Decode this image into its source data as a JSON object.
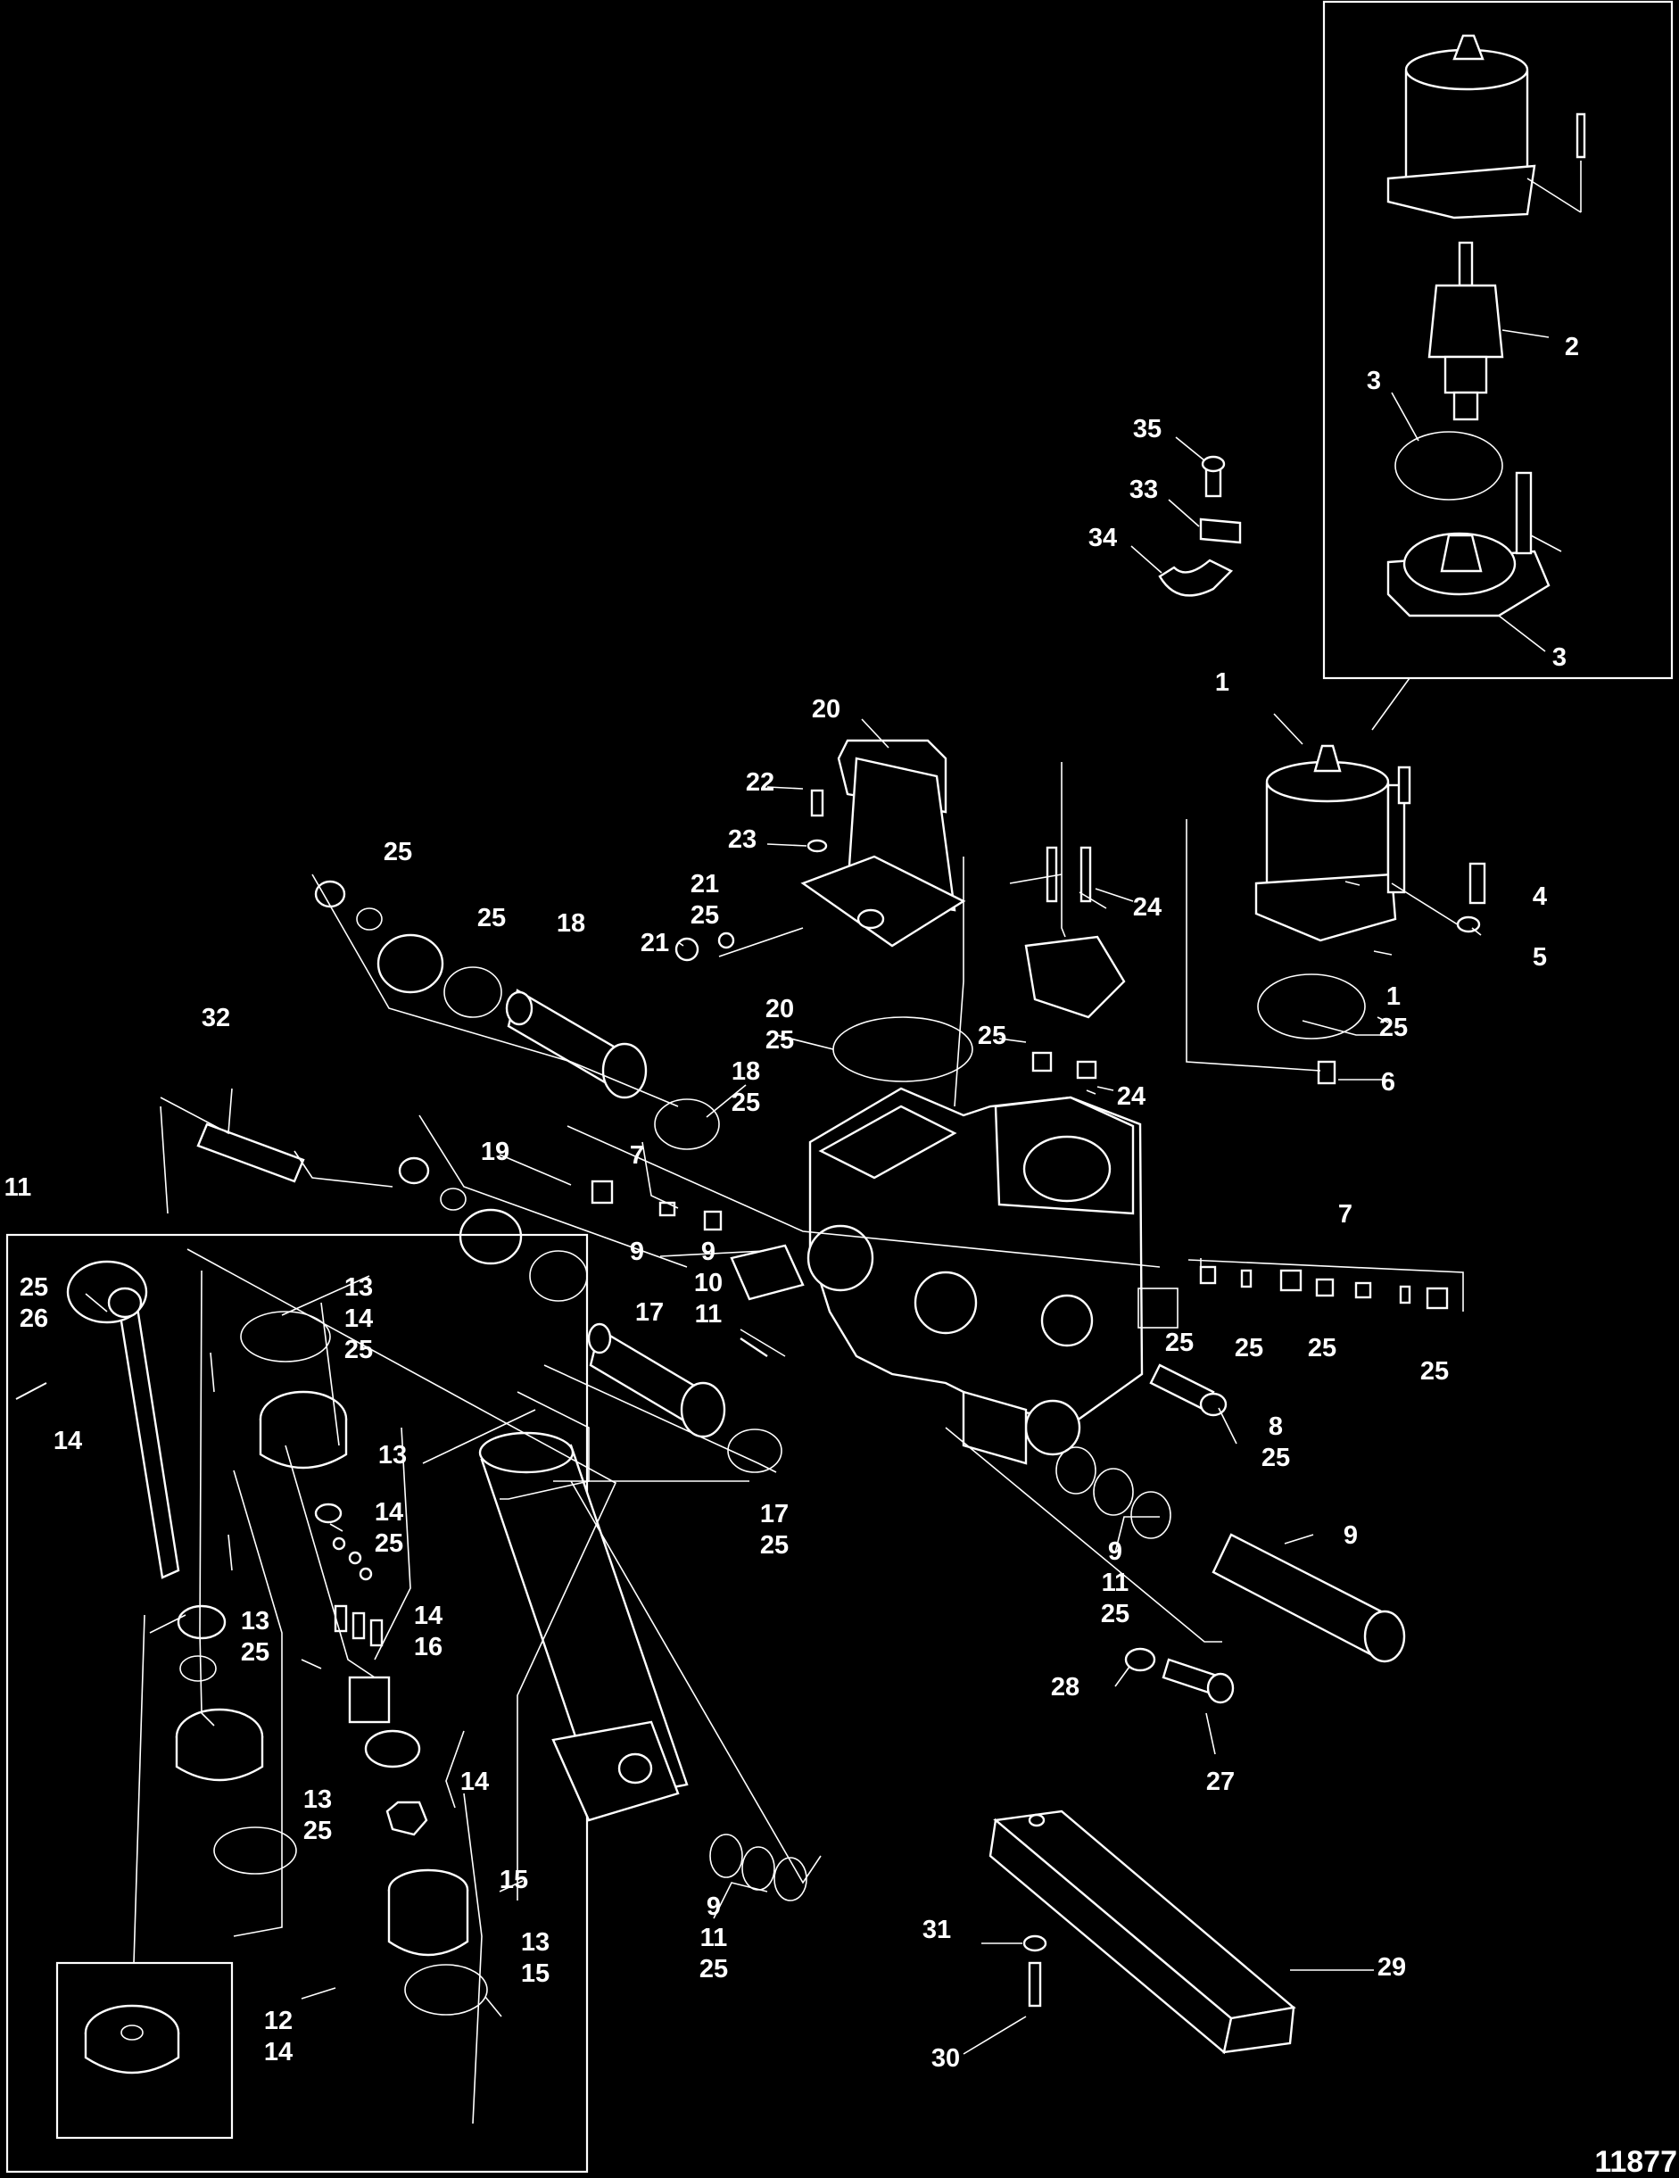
{
  "figure_id": "11877",
  "callouts": [
    {
      "id": "c1a",
      "lines": [
        "1"
      ]
    },
    {
      "id": "c1b",
      "lines": [
        "1",
        "25"
      ]
    },
    {
      "id": "c2",
      "lines": [
        "2"
      ]
    },
    {
      "id": "c3a",
      "lines": [
        "3"
      ]
    },
    {
      "id": "c3b",
      "lines": [
        "3"
      ]
    },
    {
      "id": "c4",
      "lines": [
        "4"
      ]
    },
    {
      "id": "c5",
      "lines": [
        "5"
      ]
    },
    {
      "id": "c6",
      "lines": [
        "6"
      ]
    },
    {
      "id": "c7a",
      "lines": [
        "7"
      ]
    },
    {
      "id": "c7b",
      "lines": [
        "7"
      ]
    },
    {
      "id": "c8",
      "lines": [
        "8",
        "25"
      ]
    },
    {
      "id": "c9a",
      "lines": [
        "9"
      ]
    },
    {
      "id": "c9b",
      "lines": [
        "9",
        "10",
        "11"
      ]
    },
    {
      "id": "c9c",
      "lines": [
        "9"
      ]
    },
    {
      "id": "c9d",
      "lines": [
        "9",
        "11",
        "25"
      ]
    },
    {
      "id": "c9e",
      "lines": [
        "9",
        "11",
        "25"
      ]
    },
    {
      "id": "c11",
      "lines": [
        "11"
      ]
    },
    {
      "id": "c12",
      "lines": [
        "12",
        "14"
      ]
    },
    {
      "id": "c13a",
      "lines": [
        "13",
        "14",
        "25"
      ]
    },
    {
      "id": "c13b",
      "lines": [
        "13"
      ]
    },
    {
      "id": "c13c",
      "lines": [
        "13",
        "25"
      ]
    },
    {
      "id": "c13d",
      "lines": [
        "13",
        "25"
      ]
    },
    {
      "id": "c13e",
      "lines": [
        "13",
        "15"
      ]
    },
    {
      "id": "c14a",
      "lines": [
        "14"
      ]
    },
    {
      "id": "c14b",
      "lines": [
        "14",
        "25"
      ]
    },
    {
      "id": "c14c",
      "lines": [
        "14",
        "16"
      ]
    },
    {
      "id": "c14d",
      "lines": [
        "14"
      ]
    },
    {
      "id": "c15",
      "lines": [
        "15"
      ]
    },
    {
      "id": "c17a",
      "lines": [
        "17"
      ]
    },
    {
      "id": "c17b",
      "lines": [
        "17",
        "25"
      ]
    },
    {
      "id": "c18a",
      "lines": [
        "18"
      ]
    },
    {
      "id": "c18b",
      "lines": [
        "18",
        "25"
      ]
    },
    {
      "id": "c19",
      "lines": [
        "19"
      ]
    },
    {
      "id": "c20a",
      "lines": [
        "20"
      ]
    },
    {
      "id": "c20b",
      "lines": [
        "20",
        "25"
      ]
    },
    {
      "id": "c21a",
      "lines": [
        "21",
        "25"
      ]
    },
    {
      "id": "c21b",
      "lines": [
        "21"
      ]
    },
    {
      "id": "c22",
      "lines": [
        "22"
      ]
    },
    {
      "id": "c23",
      "lines": [
        "23"
      ]
    },
    {
      "id": "c24a",
      "lines": [
        "24"
      ]
    },
    {
      "id": "c24b",
      "lines": [
        "24"
      ]
    },
    {
      "id": "c25a",
      "lines": [
        "25"
      ]
    },
    {
      "id": "c25b",
      "lines": [
        "25"
      ]
    },
    {
      "id": "c25c",
      "lines": [
        "25"
      ]
    },
    {
      "id": "c25d",
      "lines": [
        "25"
      ]
    },
    {
      "id": "c25e",
      "lines": [
        "25"
      ]
    },
    {
      "id": "c25f",
      "lines": [
        "25"
      ]
    },
    {
      "id": "c25g",
      "lines": [
        "25"
      ]
    },
    {
      "id": "c25h",
      "lines": [
        "25",
        "26"
      ]
    },
    {
      "id": "c27",
      "lines": [
        "27"
      ]
    },
    {
      "id": "c28",
      "lines": [
        "28"
      ]
    },
    {
      "id": "c29",
      "lines": [
        "29"
      ]
    },
    {
      "id": "c30",
      "lines": [
        "30"
      ]
    },
    {
      "id": "c31",
      "lines": [
        "31"
      ]
    },
    {
      "id": "c32",
      "lines": [
        "32"
      ]
    },
    {
      "id": "c33",
      "lines": [
        "33"
      ]
    },
    {
      "id": "c34",
      "lines": [
        "34"
      ]
    },
    {
      "id": "c35",
      "lines": [
        "35"
      ]
    }
  ]
}
